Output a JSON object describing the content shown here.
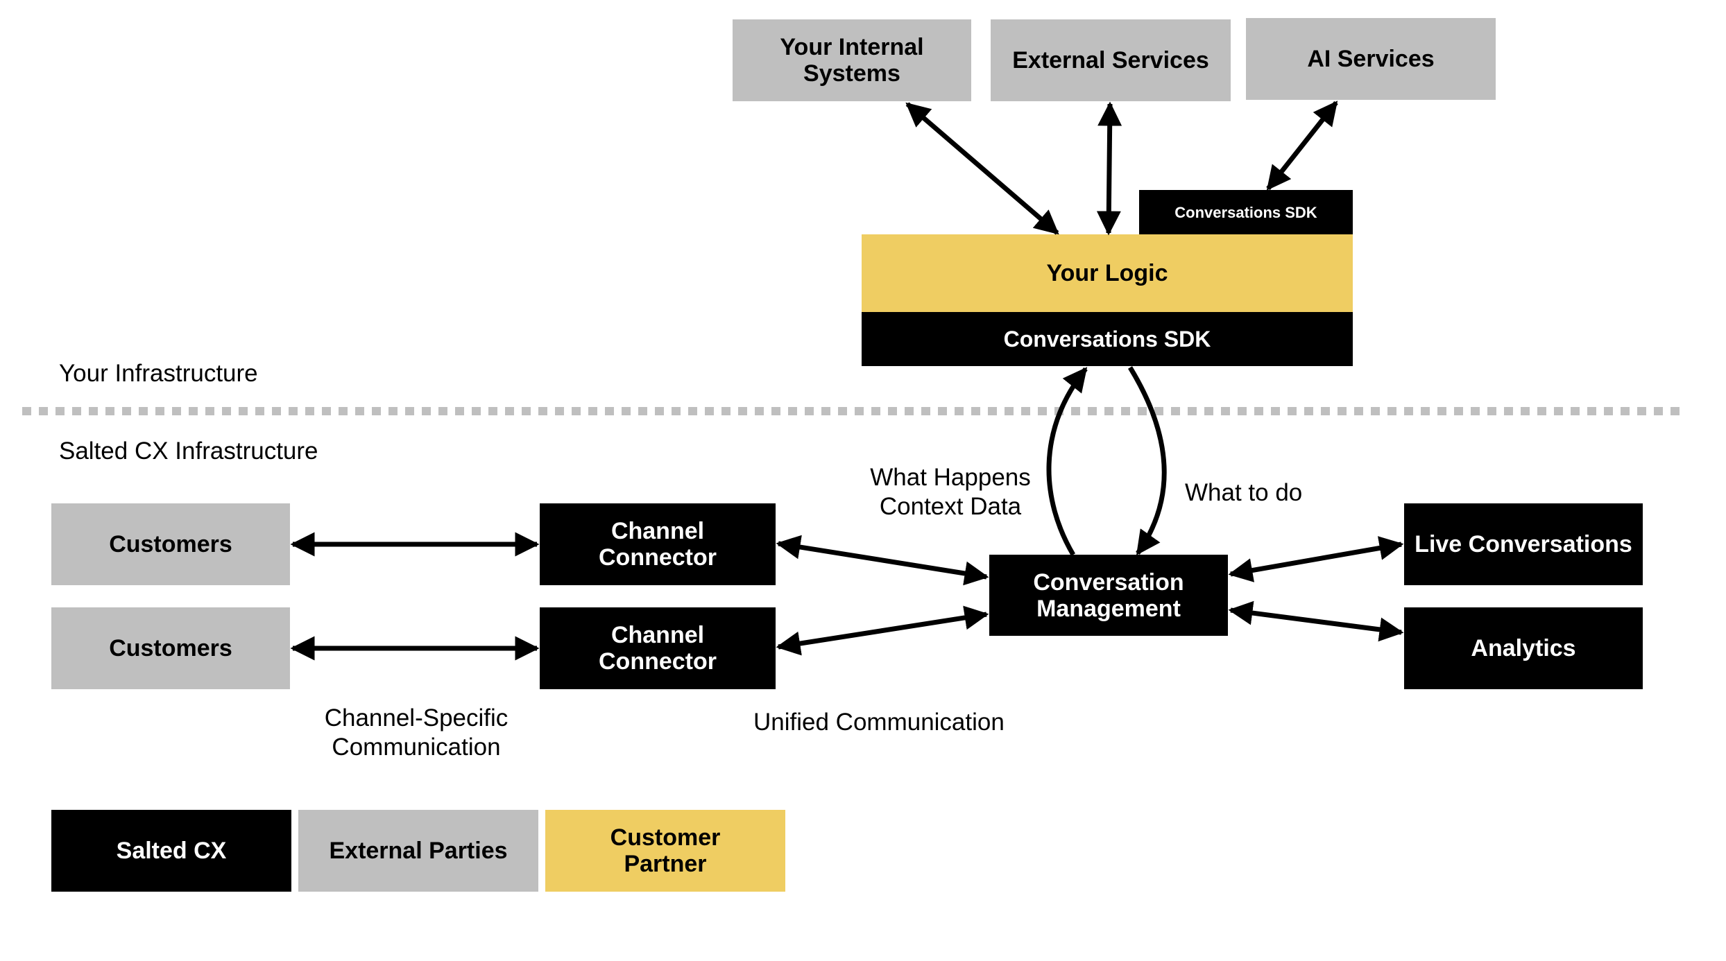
{
  "colors": {
    "salted_cx": "#000000",
    "external": "#bfbfbf",
    "customer_partner": "#efcd62",
    "divider": "#bfbfbf"
  },
  "zones": {
    "top_label": "Your Infrastructure",
    "bottom_label": "Salted CX Infrastructure"
  },
  "top_services": [
    {
      "line1": "Your Internal",
      "line2": "Systems"
    },
    {
      "line1": "External Services"
    },
    {
      "line1": "AI Services"
    }
  ],
  "logic_stack": {
    "sdk_small": "Conversations SDK",
    "logic": "Your Logic",
    "sdk_main": "Conversations SDK"
  },
  "flow_labels": {
    "what_happens_line1": "What Happens",
    "what_happens_line2": "Context Data",
    "what_to_do": "What to do",
    "channel_specific_line1": "Channel-Specific",
    "channel_specific_line2": "Communication",
    "unified": "Unified Communication"
  },
  "customers": [
    "Customers",
    "Customers"
  ],
  "connectors": [
    {
      "line1": "Channel",
      "line2": "Connector"
    },
    {
      "line1": "Channel",
      "line2": "Connector"
    }
  ],
  "conversation_management": {
    "line1": "Conversation",
    "line2": "Management"
  },
  "outputs": [
    "Live Conversations",
    "Analytics"
  ],
  "legend": [
    {
      "label": "Salted CX"
    },
    {
      "label": "External Parties"
    },
    {
      "line1": "Customer",
      "line2": "Partner"
    }
  ]
}
